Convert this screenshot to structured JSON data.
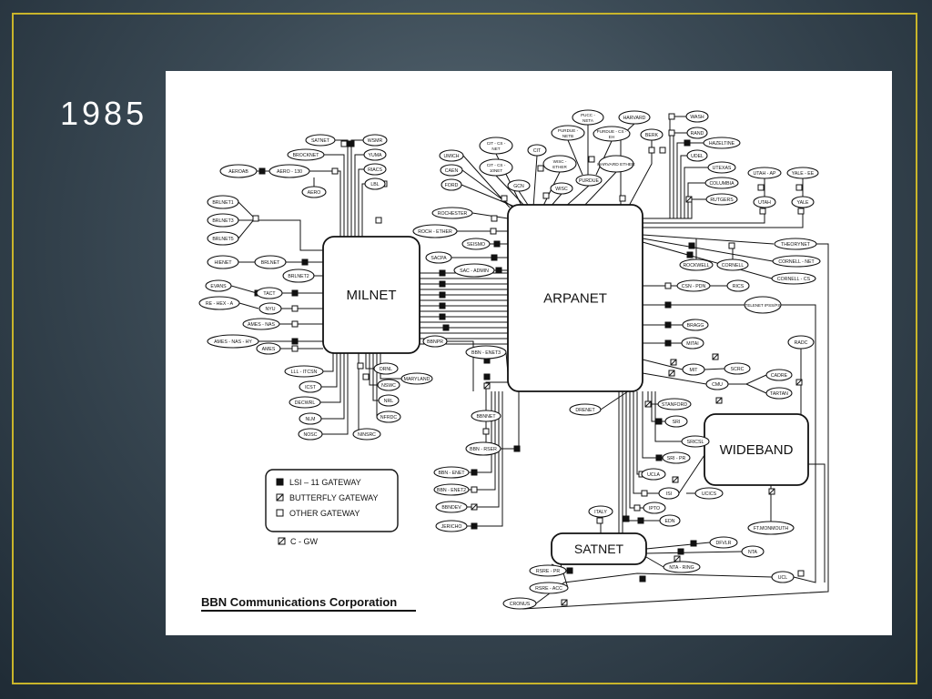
{
  "slide": {
    "title": "1985"
  },
  "networks": {
    "milnet": "MILNET",
    "arpanet": "ARPANET",
    "wideband": "WIDEBAND",
    "satnet": "SATNET"
  },
  "hosts": [
    {
      "id": "satnet-top",
      "label": "SATNET"
    },
    {
      "id": "brocknet",
      "label": "BROCKNET"
    },
    {
      "id": "wsmr",
      "label": "WSMR"
    },
    {
      "id": "yuma",
      "label": "YUMA"
    },
    {
      "id": "riacs",
      "label": "RIACS"
    },
    {
      "id": "lbl",
      "label": "LBL"
    },
    {
      "id": "aero-ab",
      "label": "AEROAB"
    },
    {
      "id": "aero-130",
      "label": "AERO - 130"
    },
    {
      "id": "aero",
      "label": "AERO"
    },
    {
      "id": "brlnet1",
      "label": "BRLNET1"
    },
    {
      "id": "brlnet3",
      "label": "BRLNET3"
    },
    {
      "id": "brlnet5",
      "label": "BRLNET5"
    },
    {
      "id": "hienet",
      "label": "HIENET"
    },
    {
      "id": "brlnet",
      "label": "BRLNET"
    },
    {
      "id": "brlnet2",
      "label": "BRLNET2"
    },
    {
      "id": "evans",
      "label": "EVANS"
    },
    {
      "id": "tact",
      "label": "TACT"
    },
    {
      "id": "re-hex-a",
      "label": "RE - HEX - A"
    },
    {
      "id": "nyu",
      "label": "NYU"
    },
    {
      "id": "ames-nas",
      "label": "AMES - NAS"
    },
    {
      "id": "ames-nas-hy",
      "label": "AMES - NAS - HY"
    },
    {
      "id": "ames",
      "label": "AMES"
    },
    {
      "id": "lll-itcsn",
      "label": "LLL - ITCSN"
    },
    {
      "id": "icst",
      "label": "ICST"
    },
    {
      "id": "decwrl",
      "label": "DECWRL"
    },
    {
      "id": "nlm",
      "label": "NLM"
    },
    {
      "id": "nosc",
      "label": "NOSC"
    },
    {
      "id": "drnl",
      "label": "DRNL"
    },
    {
      "id": "nswc",
      "label": "NSWC"
    },
    {
      "id": "nrl",
      "label": "NRL"
    },
    {
      "id": "nfrdc",
      "label": "NFRDC"
    },
    {
      "id": "ninsrc",
      "label": "NINSRC"
    },
    {
      "id": "maryland",
      "label": "MARYLAND"
    },
    {
      "id": "bbnpr",
      "label": "BBNPR"
    },
    {
      "id": "umich",
      "label": "UMICH"
    },
    {
      "id": "caen",
      "label": "CAEN"
    },
    {
      "id": "ford",
      "label": "FORD"
    },
    {
      "id": "cit-cs-net",
      "label": "CIT - CS - NET"
    },
    {
      "id": "cit-cs-10net",
      "label": "CIT - CS - 10NET"
    },
    {
      "id": "cit",
      "label": "CIT"
    },
    {
      "id": "gcn",
      "label": "GCN"
    },
    {
      "id": "wisc-ether",
      "label": "WISC - ETHER"
    },
    {
      "id": "wisc",
      "label": "WISC"
    },
    {
      "id": "pucc-neta",
      "label": "PUCC - NETA"
    },
    {
      "id": "purdue-netb",
      "label": "PURDUE - NETB"
    },
    {
      "id": "purdue-cs-eh",
      "label": "PURDUE - CS - EH"
    },
    {
      "id": "harvard",
      "label": "HARVARD"
    },
    {
      "id": "harvard-ether",
      "label": "HARVARD ETHER"
    },
    {
      "id": "purdue",
      "label": "PURDUE"
    },
    {
      "id": "berk",
      "label": "BERK"
    },
    {
      "id": "wash",
      "label": "WASH"
    },
    {
      "id": "rand",
      "label": "RAND"
    },
    {
      "id": "hazeltine",
      "label": "HAZELTINE"
    },
    {
      "id": "udel",
      "label": "UDEL"
    },
    {
      "id": "utexas",
      "label": "UTEXAS"
    },
    {
      "id": "columbia",
      "label": "COLUMBIA"
    },
    {
      "id": "rutgers",
      "label": "RUTGERS"
    },
    {
      "id": "utah-ap",
      "label": "UTAH - AP"
    },
    {
      "id": "yale-ee",
      "label": "YALE - EE"
    },
    {
      "id": "utah",
      "label": "UTAH"
    },
    {
      "id": "yale",
      "label": "YALE"
    },
    {
      "id": "rochester",
      "label": "ROCHESTER"
    },
    {
      "id": "roch-ether",
      "label": "ROCH - ETHER"
    },
    {
      "id": "seismo",
      "label": "SEISMO"
    },
    {
      "id": "sacpa",
      "label": "SACPA"
    },
    {
      "id": "sac-admin",
      "label": "SAC - ADMIN"
    },
    {
      "id": "theorynet",
      "label": "THEORYNET"
    },
    {
      "id": "cornell-net",
      "label": "CORNELL - NET"
    },
    {
      "id": "cornell-cs",
      "label": "CORNELL - CS"
    },
    {
      "id": "rockwell",
      "label": "ROCKWELL"
    },
    {
      "id": "cornell",
      "label": "CORNELL"
    },
    {
      "id": "csn-pdn",
      "label": "CSN - PDN"
    },
    {
      "id": "rics",
      "label": "RICS"
    },
    {
      "id": "telenet",
      "label": "TELENET IPSS/PS"
    },
    {
      "id": "bragg",
      "label": "BRAGG"
    },
    {
      "id": "mitai",
      "label": "MITAI"
    },
    {
      "id": "radc",
      "label": "RADC"
    },
    {
      "id": "mit",
      "label": "MIT"
    },
    {
      "id": "scrc",
      "label": "SCRC"
    },
    {
      "id": "cadre",
      "label": "CADRE"
    },
    {
      "id": "tartan",
      "label": "TARTAN"
    },
    {
      "id": "cmu",
      "label": "CMU"
    },
    {
      "id": "stanford",
      "label": "STANFORD"
    },
    {
      "id": "sri",
      "label": "SRI"
    },
    {
      "id": "sricsl",
      "label": "SRICSL"
    },
    {
      "id": "sri-pr",
      "label": "SRI - PR"
    },
    {
      "id": "ucla",
      "label": "UCLA"
    },
    {
      "id": "isi",
      "label": "ISI"
    },
    {
      "id": "ucics",
      "label": "UCICS"
    },
    {
      "id": "ipto",
      "label": "IPTO"
    },
    {
      "id": "edn",
      "label": "EDN"
    },
    {
      "id": "ft-monmouth",
      "label": "FT.MONMOUTH"
    },
    {
      "id": "drenet",
      "label": "DRENET"
    },
    {
      "id": "bbn-enet3",
      "label": "BBN - ENET3"
    },
    {
      "id": "bbnnet",
      "label": "BBNNET"
    },
    {
      "id": "bbn-rser",
      "label": "BBN - RSER"
    },
    {
      "id": "bbn-enet",
      "label": "BBN - ENET"
    },
    {
      "id": "bbn-enet2",
      "label": "BBN - ENET2"
    },
    {
      "id": "bbndev",
      "label": "BBNDEV"
    },
    {
      "id": "jericho",
      "label": "JERICHO"
    },
    {
      "id": "italy",
      "label": "ITALY"
    },
    {
      "id": "dfvlr",
      "label": "DFVLR"
    },
    {
      "id": "nta",
      "label": "NTA"
    },
    {
      "id": "nta-ring",
      "label": "NTA - RING"
    },
    {
      "id": "rsre-pr",
      "label": "RSRE - PR"
    },
    {
      "id": "rsre-acc",
      "label": "RSRE - ACC"
    },
    {
      "id": "ucl",
      "label": "UCL"
    },
    {
      "id": "cronus",
      "label": "CRONUS"
    }
  ],
  "legend": {
    "lsi": "LSI – 11 GATEWAY",
    "butterfly": "BUTTERFLY GATEWAY",
    "other": "OTHER GATEWAY",
    "cgw": "C - GW"
  },
  "credit": "BBN Communications Corporation",
  "colors": {
    "background": "#2f3d48",
    "frame": "#c9b52b",
    "panel": "#ffffff",
    "ink": "#111111"
  }
}
